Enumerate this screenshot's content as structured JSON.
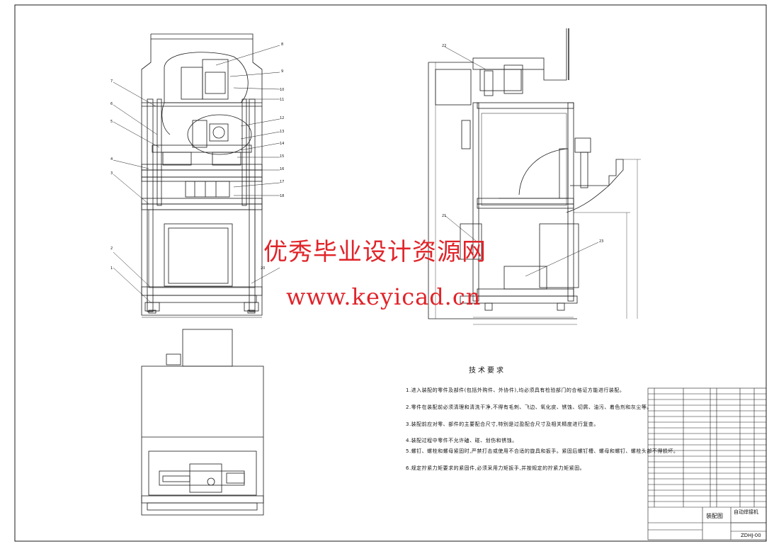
{
  "watermark": {
    "cn": "优秀毕业设计资源网",
    "url": "www.keyicad.cn"
  },
  "tech_requirements": {
    "title": "技术要求",
    "items": [
      "1.进入装配的零件及部件(包括外购件、外协件),均必须具有检验部门的合格证方能进行装配。",
      "2.零件在装配前必须清理和清洗干净,不得有毛刺、飞边、氧化皮、锈蚀、切屑、油污、着色剂和灰尘等。",
      "3.装配前应对零、部件的主要配合尺寸,特别是过盈配合尺寸及相关精度进行复查。",
      "4.装配过程中零件不允许磕、碰、划伤和锈蚀。",
      "5.螺钉、螺栓和螺母紧固时,严禁打击或使用不合适的旋具和扳手。紧固后螺钉槽、螺母和螺钉、螺栓头部不得损坏。",
      "6.规定拧紧力矩要求的紧固件,必须采用力矩扳手,并按规定的拧紧力矩紧固。"
    ]
  },
  "balloons": [
    "1",
    "2",
    "3",
    "4",
    "5",
    "6",
    "7",
    "8",
    "9",
    "10",
    "11",
    "12",
    "13",
    "14",
    "15",
    "16",
    "17",
    "18",
    "20",
    "21",
    "22",
    "23"
  ],
  "title_block": {
    "title": "装配图",
    "subtitle": "自动焊接机",
    "drawing_no": "ZDHJ-00"
  },
  "colors": {
    "line": "#1a1a1a",
    "watermark": "#e0242a"
  }
}
